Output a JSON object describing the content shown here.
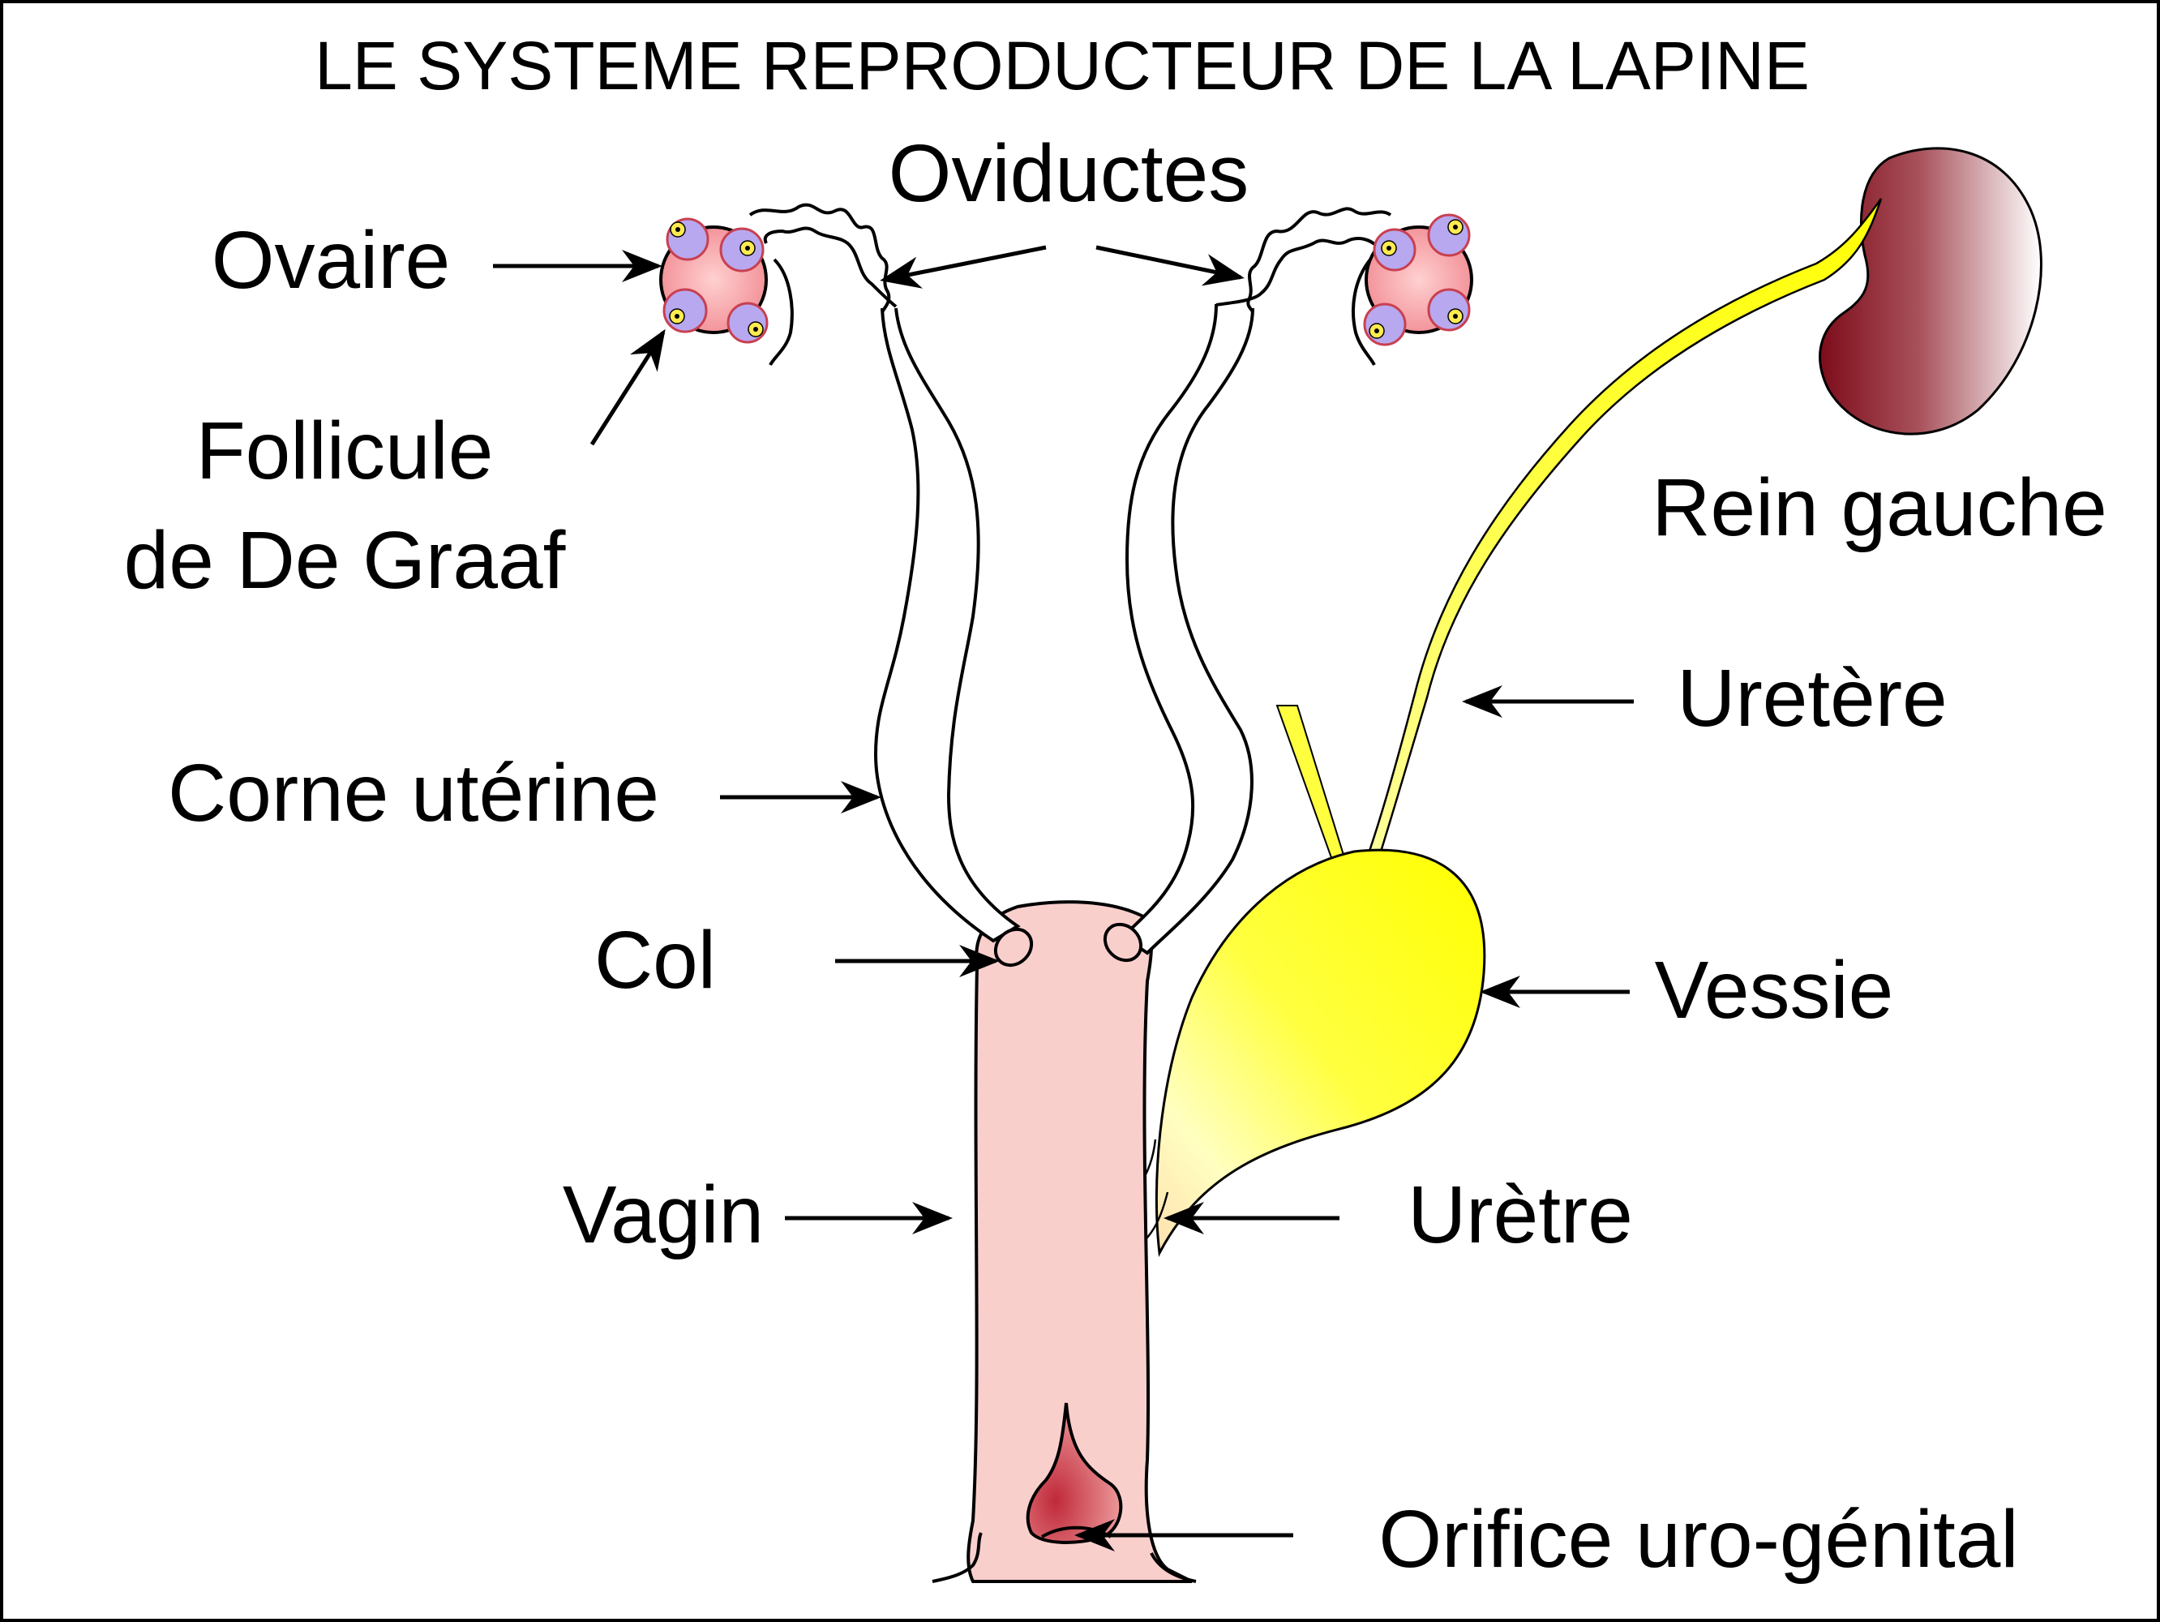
{
  "title": "LE SYSTEME REPRODUCTEUR DE LA LAPINE",
  "labels": {
    "ovaire": "Ovaire",
    "oviductes": "Oviductes",
    "follicule_line1": "Follicule",
    "follicule_line2": "de De Graaf",
    "rein": "Rein gauche",
    "uretere": "Uretère",
    "corne": "Corne utérine",
    "col": "Col",
    "vessie": "Vessie",
    "vagin": "Vagin",
    "uretre": "Urètre",
    "orifice": "Orifice uro-génital"
  },
  "colors": {
    "vagina": "#f9cfcc",
    "bladder": "#ffff00",
    "kidney_dark": "#8a1020",
    "kidney_light": "#ffffff",
    "ovary": "#f5a0a0",
    "follicle": "#b8a8f0",
    "ureter": "#ffff40"
  }
}
